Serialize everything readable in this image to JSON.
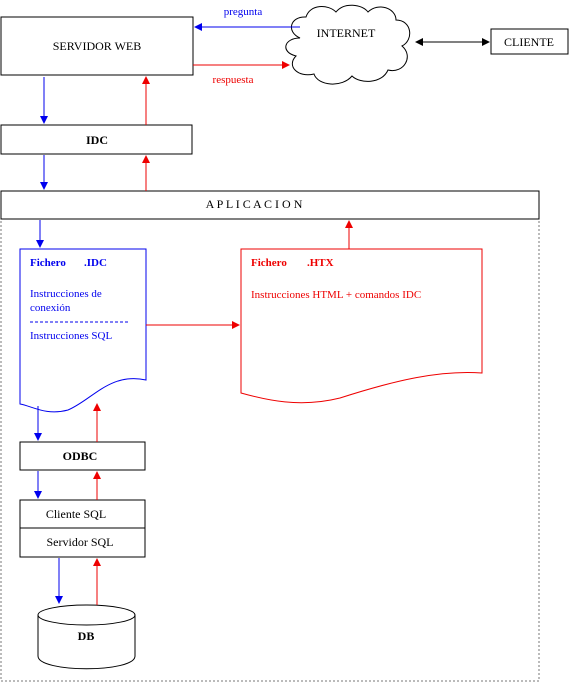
{
  "colors": {
    "request": "#0000ee",
    "response": "#ee0000",
    "neutral": "#000000"
  },
  "nodes": {
    "servidor_web": "SERVIDOR WEB",
    "internet": "INTERNET",
    "cliente": "CLIENTE",
    "idc": "IDC",
    "aplicacion": "A P L I C A C I O N",
    "odbc": "ODBC",
    "cliente_sql": "Cliente SQL",
    "servidor_sql": "Servidor SQL",
    "db": "DB"
  },
  "edges": {
    "pregunta": "pregunta",
    "respuesta": "respuesta"
  },
  "idc_file": {
    "title": "Fichero",
    "ext": ".IDC",
    "line1": "Instrucciones de",
    "line2": "conexión",
    "line3": "Instrucciones SQL"
  },
  "htx_file": {
    "title": "Fichero",
    "ext": ".HTX",
    "line1": "Instrucciones HTML + comandos IDC"
  }
}
